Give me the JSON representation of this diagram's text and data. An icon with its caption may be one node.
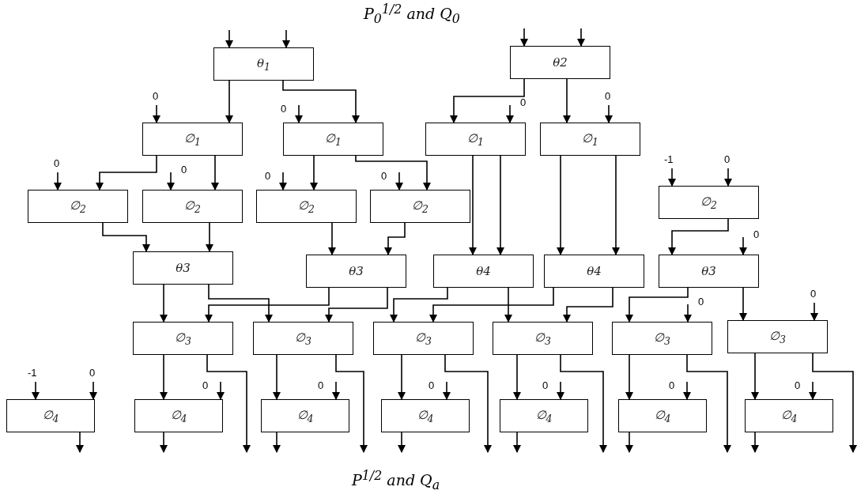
{
  "diagram": {
    "title": "P$_{0}$$^{1/2}$ and Q$_{0}$",
    "caption": "P$^{1/2}$ and Q$_{a}$",
    "nodes": [
      {
        "text": [
          "θ$_{1}$"
        ]
      },
      {
        "text": [
          "θ2"
        ]
      },
      {
        "text": [
          "∅$_{1}$"
        ]
      },
      {
        "text": [
          "∅$_{1}$"
        ]
      },
      {
        "text": [
          "∅$_{1}$"
        ]
      },
      {
        "text": [
          "∅$_{1}$"
        ]
      },
      {
        "text": [
          "∅$_{2}$"
        ]
      },
      {
        "text": [
          "∅$_{2}$"
        ]
      },
      {
        "text": [
          "∅$_{2}$"
        ]
      },
      {
        "text": [
          "∅$_{2}$"
        ]
      },
      {
        "text": [
          "∅$_{2}$"
        ]
      },
      {
        "text": [
          "θ3"
        ]
      },
      {
        "text": [
          "θ3"
        ]
      },
      {
        "text": [
          "θ4"
        ]
      },
      {
        "text": [
          "θ4"
        ]
      },
      {
        "text": [
          "θ3"
        ]
      },
      {
        "text": [
          "∅$_{3}$"
        ]
      },
      {
        "text": [
          "∅$_{3}$"
        ]
      },
      {
        "text": [
          "∅$_{3}$"
        ]
      },
      {
        "text": [
          "∅$_{3}$"
        ]
      },
      {
        "text": [
          "∅$_{3}$"
        ]
      },
      {
        "text": [
          "∅$_{3}$"
        ]
      },
      {
        "text": [
          "∅$_{4}$"
        ]
      },
      {
        "text": [
          "∅$_{4}$"
        ]
      },
      {
        "text": [
          "∅$_{4}$"
        ]
      },
      {
        "text": [
          "∅$_{4}$"
        ]
      },
      {
        "text": [
          "∅$_{4}$"
        ]
      },
      {
        "text": [
          "∅$_{4}$"
        ]
      },
      {
        "text": [
          "∅$_{4}$"
        ]
      }
    ],
    "edges": [
      {
        "from": null,
        "to": 0,
        "arrow": "to"
      },
      {
        "from": null,
        "to": 0,
        "arrow": "to"
      },
      {
        "from": null,
        "to": 1,
        "arrow": "to"
      },
      {
        "from": null,
        "to": 1,
        "arrow": "to"
      },
      {
        "from": 0,
        "to": 2,
        "arrow": "to"
      },
      {
        "from": 0,
        "to": 3,
        "arrow": "to"
      },
      {
        "from": null,
        "to": 2,
        "arrow": "to",
        "label": "0"
      },
      {
        "from": null,
        "to": 3,
        "arrow": "to",
        "label": "0"
      },
      {
        "from": 1,
        "to": 4,
        "arrow": "to"
      },
      {
        "from": null,
        "to": 4,
        "arrow": "to",
        "label": "0"
      },
      {
        "from": 1,
        "to": 5,
        "arrow": "to"
      },
      {
        "from": null,
        "to": 5,
        "arrow": "to",
        "label": "0"
      },
      {
        "from": 2,
        "to": 6,
        "arrow": "to"
      },
      {
        "from": null,
        "to": 6,
        "arrow": "to",
        "label": "0"
      },
      {
        "from": null,
        "to": 7,
        "arrow": "to",
        "label": "0"
      },
      {
        "from": 2,
        "to": 7,
        "arrow": "to"
      },
      {
        "from": 3,
        "to": 8,
        "arrow": "to"
      },
      {
        "from": null,
        "to": 8,
        "arrow": "to",
        "label": "0"
      },
      {
        "from": 3,
        "to": 9,
        "arrow": "to"
      },
      {
        "from": null,
        "to": 9,
        "arrow": "to",
        "label": "0"
      },
      {
        "from": 4,
        "to": 13,
        "arrow": "to"
      },
      {
        "from": 4,
        "to": 13,
        "arrow": "to"
      },
      {
        "from": 5,
        "to": 14,
        "arrow": "to"
      },
      {
        "from": 5,
        "to": 14,
        "arrow": "to"
      },
      {
        "from": null,
        "to": 10,
        "arrow": "to",
        "label": "-1"
      },
      {
        "from": null,
        "to": 10,
        "arrow": "to",
        "label": "0"
      },
      {
        "from": 6,
        "to": 11,
        "arrow": "to"
      },
      {
        "from": 7,
        "to": 11,
        "arrow": "to"
      },
      {
        "from": 8,
        "to": 12,
        "arrow": "to"
      },
      {
        "from": 9,
        "to": 12,
        "arrow": "to"
      },
      {
        "from": 10,
        "to": 15,
        "arrow": "to"
      },
      {
        "from": null,
        "to": 15,
        "arrow": "to",
        "label": "0"
      },
      {
        "from": 11,
        "to": 16,
        "arrow": "to"
      },
      {
        "from": 11,
        "to": 17,
        "arrow": "to"
      },
      {
        "from": 12,
        "to": 16,
        "arrow": "to"
      },
      {
        "from": 12,
        "to": 17,
        "arrow": "to"
      },
      {
        "from": 13,
        "to": 18,
        "arrow": "to"
      },
      {
        "from": 14,
        "to": 18,
        "arrow": "to"
      },
      {
        "from": 13,
        "to": 19,
        "arrow": "to"
      },
      {
        "from": 14,
        "to": 19,
        "arrow": "to"
      },
      {
        "from": 15,
        "to": 20,
        "arrow": "to"
      },
      {
        "from": null,
        "to": 20,
        "arrow": "to",
        "label": "0"
      },
      {
        "from": 15,
        "to": 21,
        "arrow": "to"
      },
      {
        "from": null,
        "to": 21,
        "arrow": "to",
        "label": "0"
      },
      {
        "from": null,
        "to": 22,
        "arrow": "to",
        "label": "-1"
      },
      {
        "from": null,
        "to": 22,
        "arrow": "to",
        "label": "0"
      },
      {
        "from": 16,
        "to": 23,
        "arrow": "to"
      },
      {
        "from": null,
        "to": 23,
        "arrow": "to",
        "label": "0"
      },
      {
        "from": 16,
        "to": null,
        "arrow": "to"
      },
      {
        "from": 17,
        "to": 24,
        "arrow": "to"
      },
      {
        "from": null,
        "to": 24,
        "arrow": "to",
        "label": "0"
      },
      {
        "from": 17,
        "to": null,
        "arrow": "to"
      },
      {
        "from": 18,
        "to": 25,
        "arrow": "to"
      },
      {
        "from": null,
        "to": 25,
        "arrow": "to",
        "label": "0"
      },
      {
        "from": 18,
        "to": null,
        "arrow": "to"
      },
      {
        "from": 19,
        "to": 26,
        "arrow": "to"
      },
      {
        "from": null,
        "to": 26,
        "arrow": "to",
        "label": "0"
      },
      {
        "from": 19,
        "to": null,
        "arrow": "to"
      },
      {
        "from": 20,
        "to": 27,
        "arrow": "to"
      },
      {
        "from": null,
        "to": 27,
        "arrow": "to",
        "label": "0"
      },
      {
        "from": 20,
        "to": null,
        "arrow": "to"
      },
      {
        "from": 21,
        "to": 28,
        "arrow": "to"
      },
      {
        "from": null,
        "to": 28,
        "arrow": "to",
        "label": "0"
      },
      {
        "from": 21,
        "to": null,
        "arrow": "to"
      },
      {
        "from": 22,
        "to": null,
        "arrow": "to"
      },
      {
        "from": 23,
        "to": null,
        "arrow": "to"
      },
      {
        "from": 24,
        "to": null,
        "arrow": "to"
      },
      {
        "from": 25,
        "to": null,
        "arrow": "to"
      },
      {
        "from": 26,
        "to": null,
        "arrow": "to"
      },
      {
        "from": 27,
        "to": null,
        "arrow": "to"
      },
      {
        "from": 28,
        "to": null,
        "arrow": "to"
      }
    ]
  }
}
